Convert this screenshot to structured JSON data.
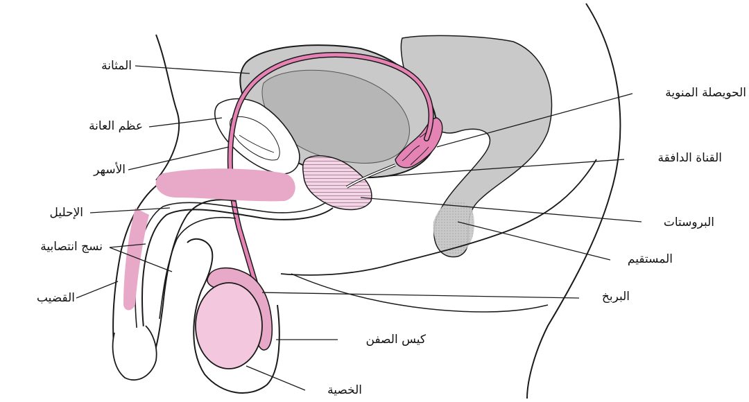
{
  "labels": {
    "bladder": "المثانة",
    "pubic_bone": "عظم العانة",
    "vas_deferens": "الأسهر",
    "urethra": "الإحليل",
    "erectile_tissue": "نسج انتصابية",
    "penis": "القضيب",
    "seminal_vesicle": "الحويصلة المنوية",
    "ejaculatory_duct": "القناة الدافقة",
    "prostate": "البروستات",
    "rectum": "المستقيم",
    "epididymis": "البربخ",
    "scrotum": "كيس الصفن",
    "testis": "الخصية"
  },
  "colors": {
    "outline": "#1a1a1a",
    "gray_fill": "#c9c9c9",
    "pink_duct": "#e483b4",
    "pink_light": "#f3c8de",
    "pink_tissue": "#e8a9c8"
  }
}
